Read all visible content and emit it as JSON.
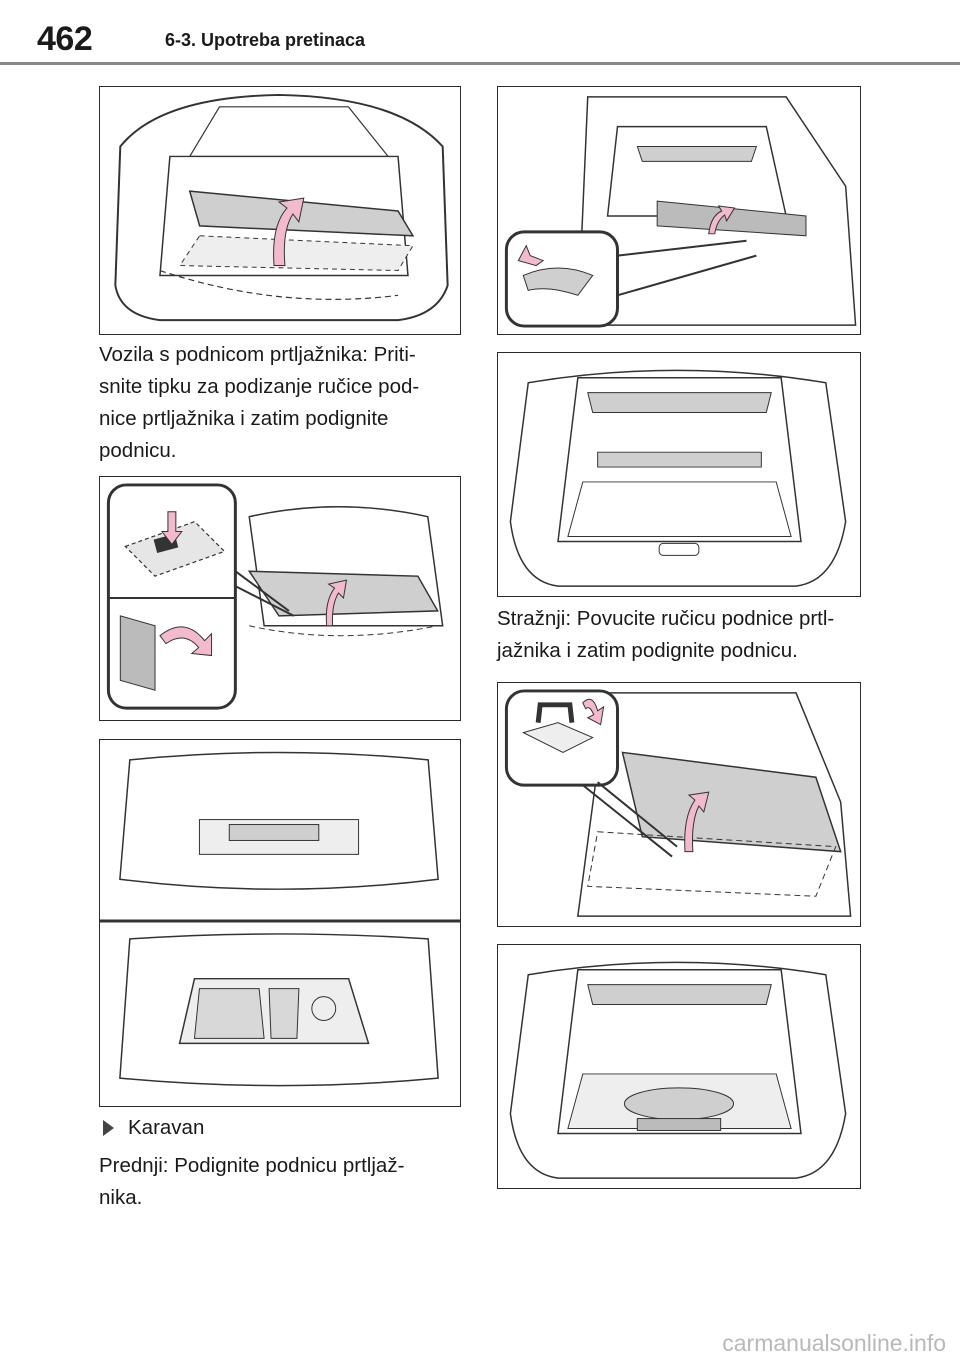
{
  "header": {
    "page_number": "462",
    "section_title": "6-3. Upotreba pretinaca"
  },
  "left_column": {
    "paragraph1_lines": [
      "Vozila s podnicom prtljažnika: Priti-",
      "snite tipku za podizanje ručice pod-",
      "nice prtljažnika i zatim podignite",
      "podnicu."
    ],
    "bullet_label": "Karavan",
    "paragraph2_lines": [
      "Prednji: Podignite podnicu prtljaž-",
      "nika."
    ]
  },
  "right_column": {
    "paragraph1_lines": [
      "Stražnji: Povucite ručicu podnice prtl-",
      "jažnika i zatim podignite podnicu."
    ]
  },
  "footer": {
    "watermark": "carmanualsonline.info"
  },
  "colors": {
    "arrow": "#f3b9cc",
    "panel_gray": "#cfcfcf",
    "line": "#333333",
    "rule": "#8a8a8a"
  }
}
